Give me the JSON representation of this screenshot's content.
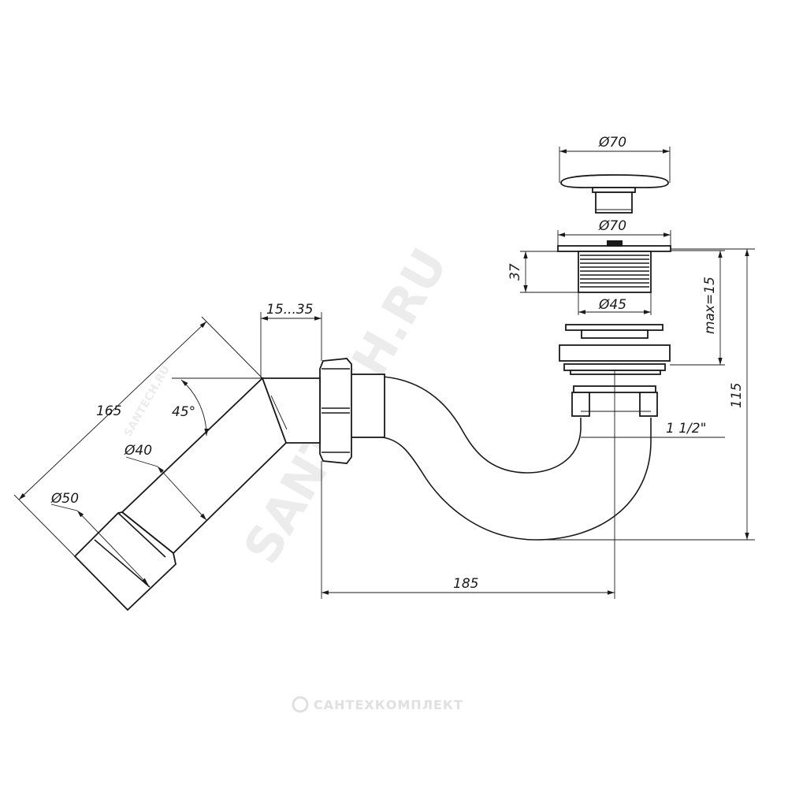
{
  "dimensions": {
    "cap_diameter": "Ø70",
    "flange_diameter": "Ø70",
    "thread_height": "37",
    "thread_diameter": "Ø45",
    "max_thickness": "max=15",
    "total_height": "115",
    "nut_range": "15...35",
    "outlet_length": "165",
    "angle": "45°",
    "pipe_d40": "Ø40",
    "pipe_d50": "Ø50",
    "thread_size": "1 1/2\"",
    "horizontal_length": "185"
  },
  "watermark": {
    "main": "SANTECH.RU",
    "brand": "САНТЕХКОМПЛЕКТ",
    "faint": "SANTECH.RU"
  },
  "colors": {
    "line": "#1a1a1a",
    "background": "#ffffff",
    "watermark": "#ececec"
  }
}
